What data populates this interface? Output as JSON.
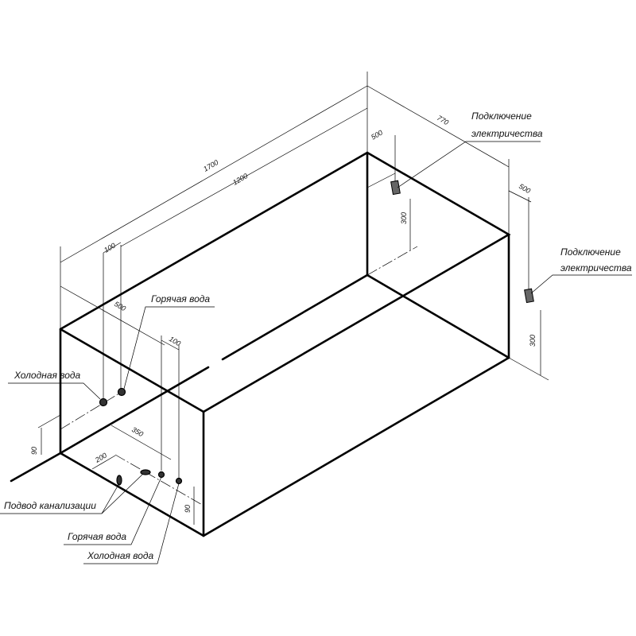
{
  "dimensions": {
    "length_total": "1700",
    "length_inner": "1200",
    "width_total": "770",
    "elec_back_offset": "500",
    "elec_side_offset": "500",
    "elec_back_height": "300",
    "elec_side_height": "300",
    "pipe_spacing_wall": "100",
    "pipe_offset_wall": "500",
    "pipe_spacing_floor": "100",
    "floor_pipe_offset": "350",
    "drain_offset": "200",
    "wall_pipe_height": "90",
    "floor_pipe_height": "90"
  },
  "labels": {
    "electric_back_1": "Подключение",
    "electric_back_2": "электричества",
    "electric_side_1": "Подключение",
    "electric_side_2": "электричества",
    "hot_water_wall": "Горячая вода",
    "cold_water_wall": "Холодная вода",
    "drain": "Подвод канализации",
    "hot_water_floor": "Горячая вода",
    "cold_water_floor": "Холодная вода"
  }
}
